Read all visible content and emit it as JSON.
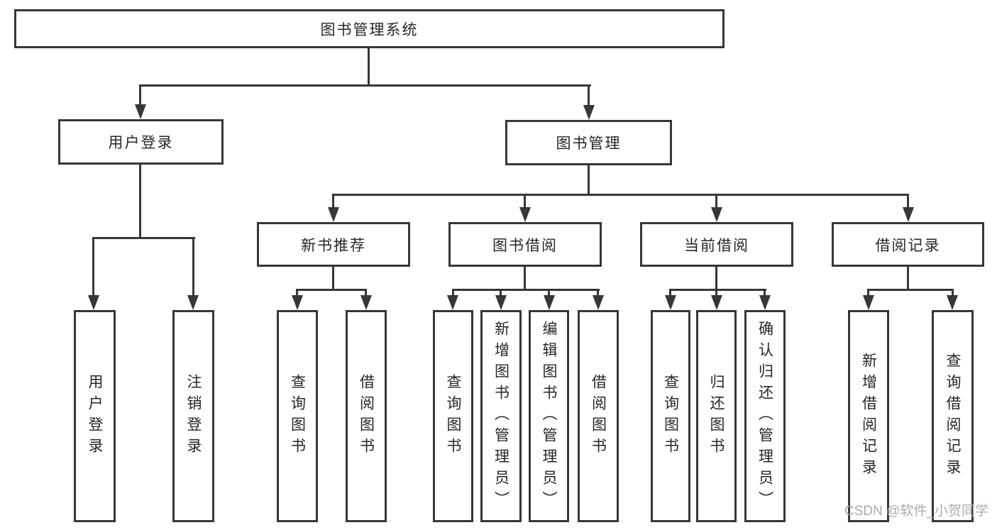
{
  "diagram": {
    "root": {
      "label": "图书管理系统"
    },
    "level2": [
      {
        "label": "用户登录"
      },
      {
        "label": "图书管理"
      }
    ],
    "level3": [
      {
        "label": "新书推荐"
      },
      {
        "label": "图书借阅"
      },
      {
        "label": "当前借阅"
      },
      {
        "label": "借阅记录"
      }
    ],
    "leaves": {
      "user_login": [
        "用户登录",
        "注销登录"
      ],
      "new_book": [
        "查询图书",
        "借阅图书"
      ],
      "borrow": [
        "查询图书",
        "新增图书（管理员）",
        "编辑图书（管理员）",
        "借阅图书"
      ],
      "current": [
        "查询图书",
        "归还图书",
        "确认归还（管理员）"
      ],
      "records": [
        "新增借阅记录",
        "查询借阅记录"
      ]
    }
  },
  "watermark": "CSDN @软件_小贺同学",
  "colors": {
    "line": "#373737",
    "text": "#262626",
    "watermark": "#a4abb4",
    "background": "#ffffff"
  }
}
